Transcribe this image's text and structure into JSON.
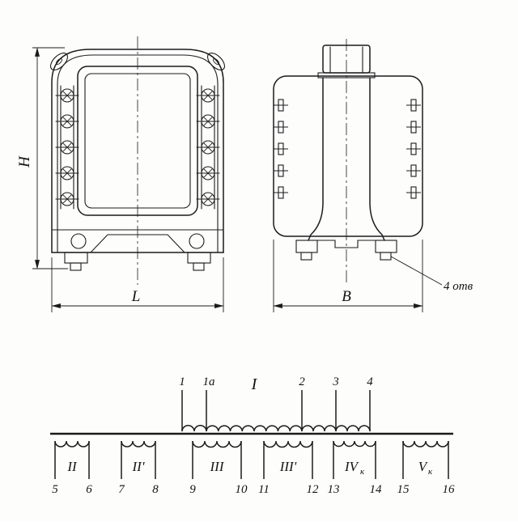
{
  "figure": {
    "front_view": {
      "dim_height_label": "H",
      "dim_width_label": "L"
    },
    "side_view": {
      "dim_width_label": "B",
      "holes_label": "4 отв"
    }
  },
  "schematic": {
    "primary": {
      "name": "I",
      "terminals": [
        "1",
        "1а",
        "2",
        "3",
        "4"
      ]
    },
    "secondaries": [
      {
        "name": "II",
        "sub": "",
        "terminals": [
          "5",
          "6"
        ]
      },
      {
        "name": "II'",
        "sub": "",
        "terminals": [
          "7",
          "8"
        ]
      },
      {
        "name": "III",
        "sub": "",
        "terminals": [
          "9",
          "10"
        ]
      },
      {
        "name": "III'",
        "sub": "",
        "terminals": [
          "11",
          "12"
        ]
      },
      {
        "name": "IV",
        "sub": "к",
        "terminals": [
          "13",
          "14"
        ]
      },
      {
        "name": "V",
        "sub": "к",
        "terminals": [
          "15",
          "16"
        ]
      }
    ]
  }
}
